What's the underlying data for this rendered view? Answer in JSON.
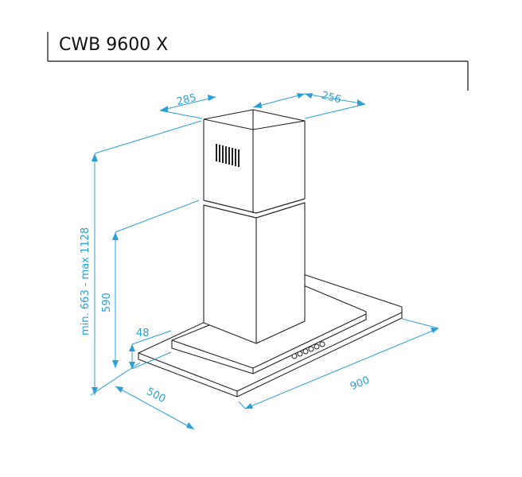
{
  "title": "CWB 9600 X",
  "colors": {
    "outline": "#222222",
    "dimension": "#2a9fd6",
    "background": "#ffffff"
  },
  "dimensions": {
    "chimney_depth": "285",
    "chimney_width": "256",
    "total_height": "min. 663 - max 1128",
    "canopy_height": "590",
    "glass_height": "48",
    "hood_depth": "500",
    "hood_width": "900"
  },
  "icons": [
    "air-vent-grille-icon",
    "control-buttons-icon"
  ]
}
